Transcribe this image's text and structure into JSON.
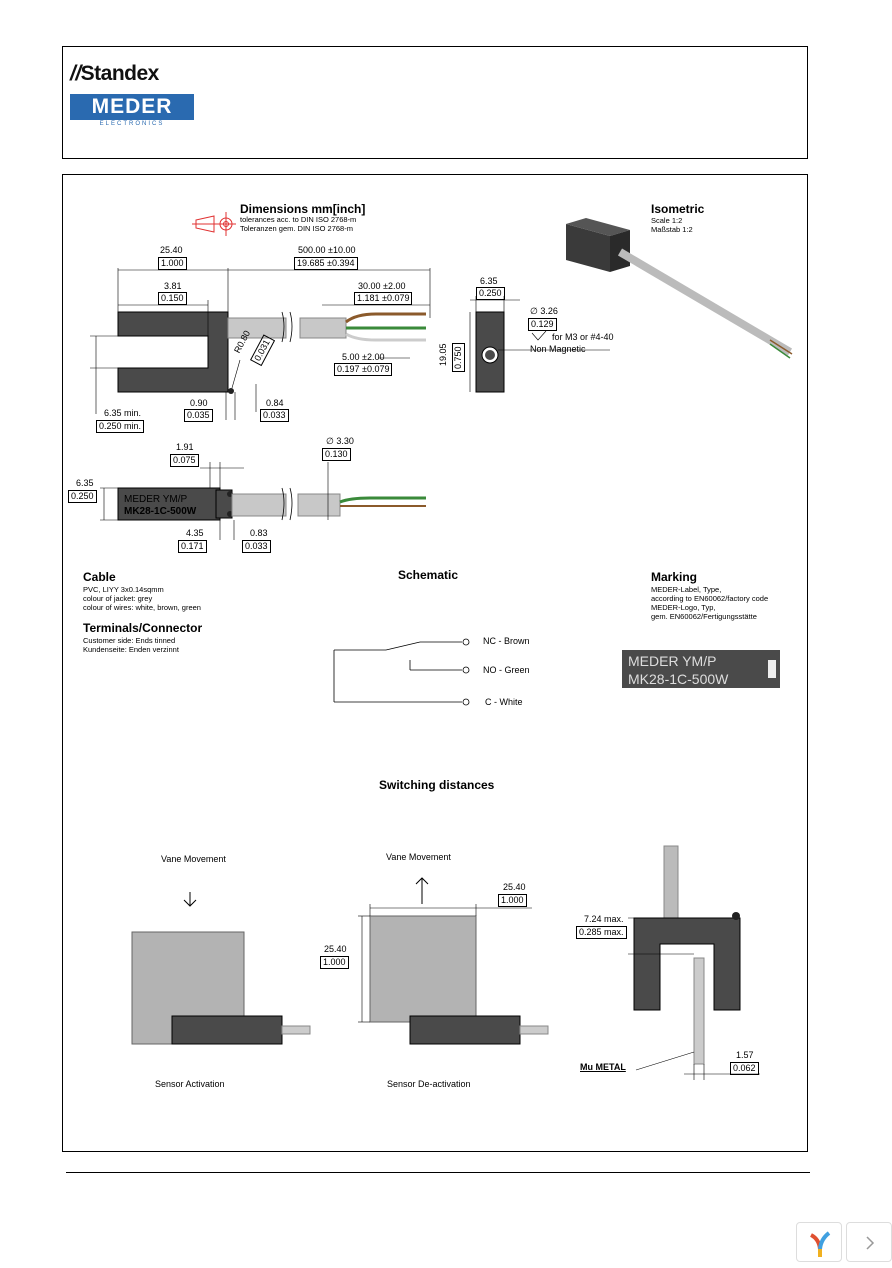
{
  "header": {
    "brand_top": "Standex",
    "brand_bottom": "MEDER",
    "brand_sub": "ELECTRONICS"
  },
  "dimensions": {
    "title": "Dimensions mm[inch]",
    "tol1": "tolerances acc. to DIN ISO 2768-m",
    "tol2": "Toleranzen gem. DIN ISO 2768-m",
    "d_25_40": "25.40",
    "d_1_000": "1.000",
    "d_500": "500.00 ±10.00",
    "d_19_685": "19.685 ±0.394",
    "d_3_81": "3.81",
    "d_0_150": "0.150",
    "d_30": "30.00 ±2.00",
    "d_1_181": "1.181 ±0.079",
    "d_r080": "R0.80",
    "d_0_031": "0.031",
    "d_5": "5.00 ±2.00",
    "d_0_197": "0.197 ±0.079",
    "d_6_35min": "6.35 min.",
    "d_0_250min": "0.250 min.",
    "d_0_90": "0.90",
    "d_0_035": "0.035",
    "d_0_84": "0.84",
    "d_0_033a": "0.033",
    "d_6_35a": "6.35",
    "d_0_250a": "0.250",
    "d_3_26": "∅ 3.26",
    "d_0_129": "0.129",
    "d_m3": "for M3 or #4-40",
    "d_nonmag": "Non Magnetic",
    "d_19_05": "19.05",
    "d_0_750": "0.750",
    "d_1_91": "1.91",
    "d_0_075": "0.075",
    "d_3_30": "∅ 3.30",
    "d_0_130": "0.130",
    "d_6_35b": "6.35",
    "d_0_250b": "0.250",
    "d_4_35": "4.35",
    "d_0_171": "0.171",
    "d_0_83": "0.83",
    "d_0_033b": "0.033",
    "print1": "MEDER     YM/P",
    "print2": "MK28-1C-500W"
  },
  "isometric": {
    "title": "Isometric",
    "line1": "Scale 1:2",
    "line2": "Maßstab 1:2"
  },
  "cable": {
    "title": "Cable",
    "lines": [
      "PVC, LIYY 3x0.14sqmm",
      "colour of jacket: grey",
      "colour of wires: white, brown, green"
    ]
  },
  "terminals": {
    "title": "Terminals/Connector",
    "lines": [
      "Customer side: Ends tinned",
      "Kundenseite: Enden verzinnt"
    ]
  },
  "schematic": {
    "title": "Schematic",
    "nc": "NC - Brown",
    "no": "NO - Green",
    "c": "C - White"
  },
  "marking": {
    "title": "Marking",
    "lines": [
      "MEDER-Label, Type,",
      "according to EN60062/factory code",
      "MEDER-Logo, Typ,",
      "gem. EN60062/Fertigungsstätte"
    ],
    "label1": "MEDER      YM/P",
    "label2": "MK28-1C-500W"
  },
  "switching": {
    "title": "Switching distances",
    "vane1": "Vane Movement",
    "vane2": "Vane Movement",
    "activation": "Sensor Activation",
    "deactivation": "Sensor De-activation",
    "d_25_40a": "25.40",
    "d_1_000a": "1.000",
    "d_25_40b": "25.40",
    "d_1_000b": "1.000",
    "d_7_24": "7.24 max.",
    "d_0_285": "0.285 max.",
    "mu_metal": "Mu METAL",
    "d_1_57": "1.57",
    "d_0_062": "0.062"
  },
  "colors": {
    "sensor_body": "#4a4a4a",
    "cable": "#c8c8c8",
    "vane": "#b3b3b3",
    "meder_blue": "#2a6ab0"
  }
}
